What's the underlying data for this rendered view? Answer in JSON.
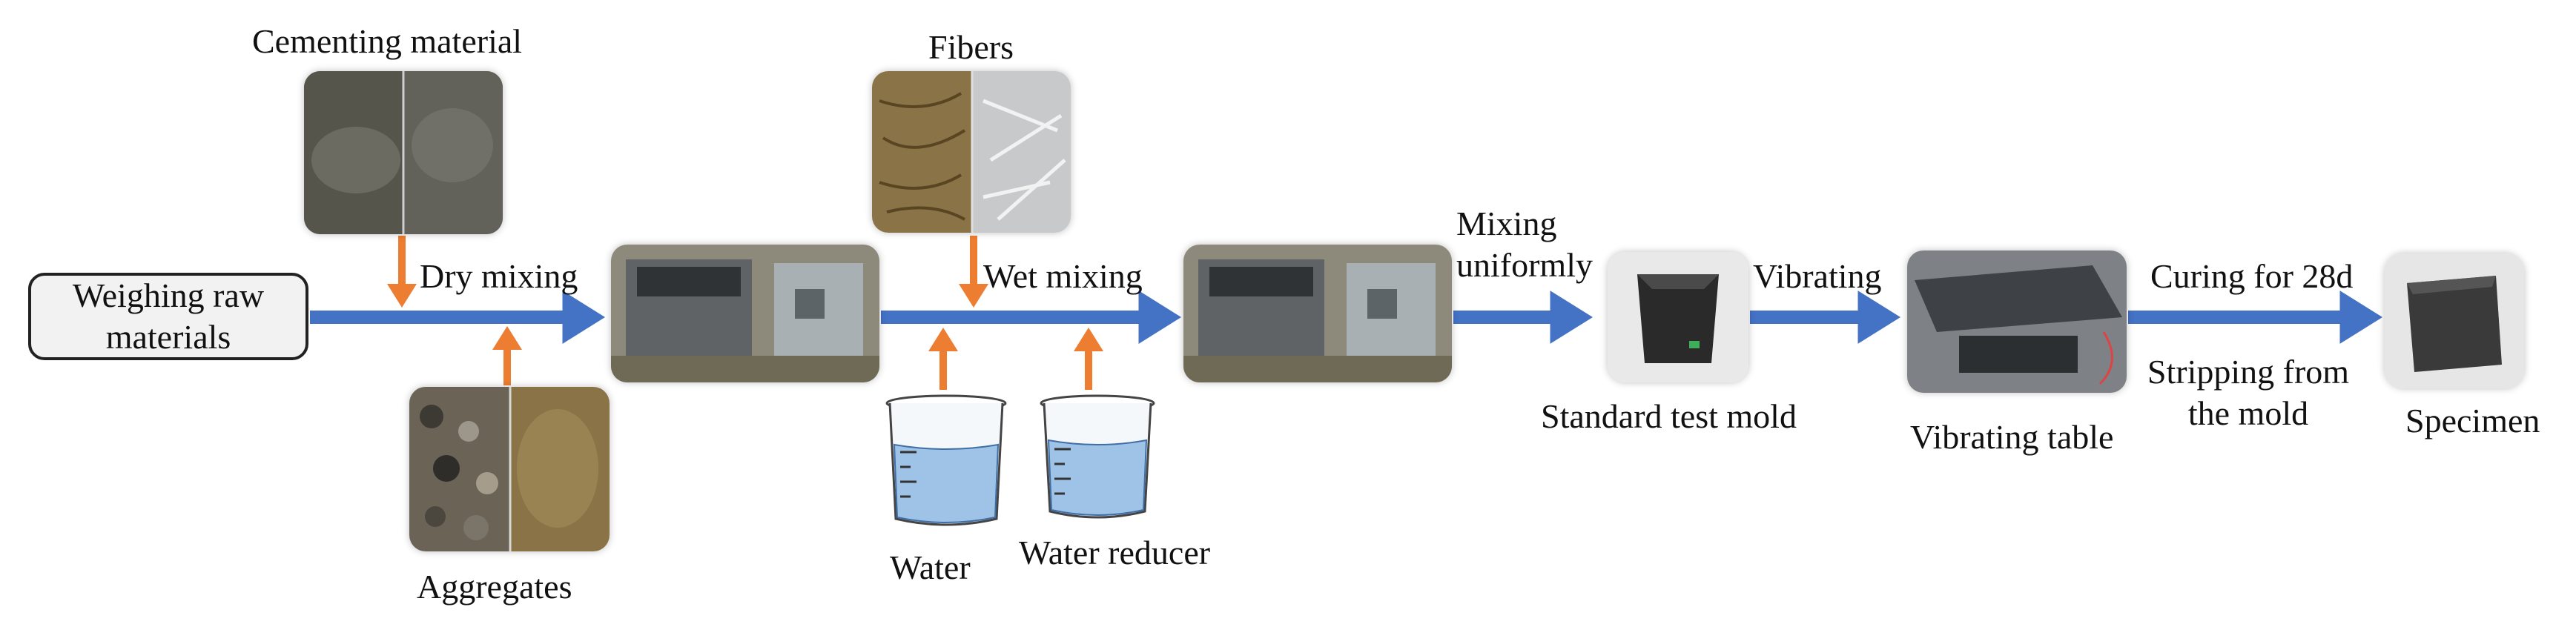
{
  "start": {
    "label": "Weighing raw materials"
  },
  "materials": {
    "cementing": "Cementing material",
    "aggregates": "Aggregates",
    "fibers": "Fibers",
    "water": "Water",
    "water_reducer": "Water reducer"
  },
  "steps": {
    "dry_mixing": "Dry mixing",
    "wet_mixing": "Wet mixing",
    "mixing_uniformly": "Mixing uniformly",
    "vibrating": "Vibrating",
    "curing": "Curing for 28d",
    "stripping": "Stripping from the mold"
  },
  "equipment": {
    "mold": "Standard test mold",
    "table": "Vibrating table",
    "specimen": "Specimen"
  },
  "colors": {
    "flow_arrow": "#4472C4",
    "input_arrow": "#ED7D31",
    "box_border": "#222222",
    "box_fill": "#F2F2F2"
  }
}
